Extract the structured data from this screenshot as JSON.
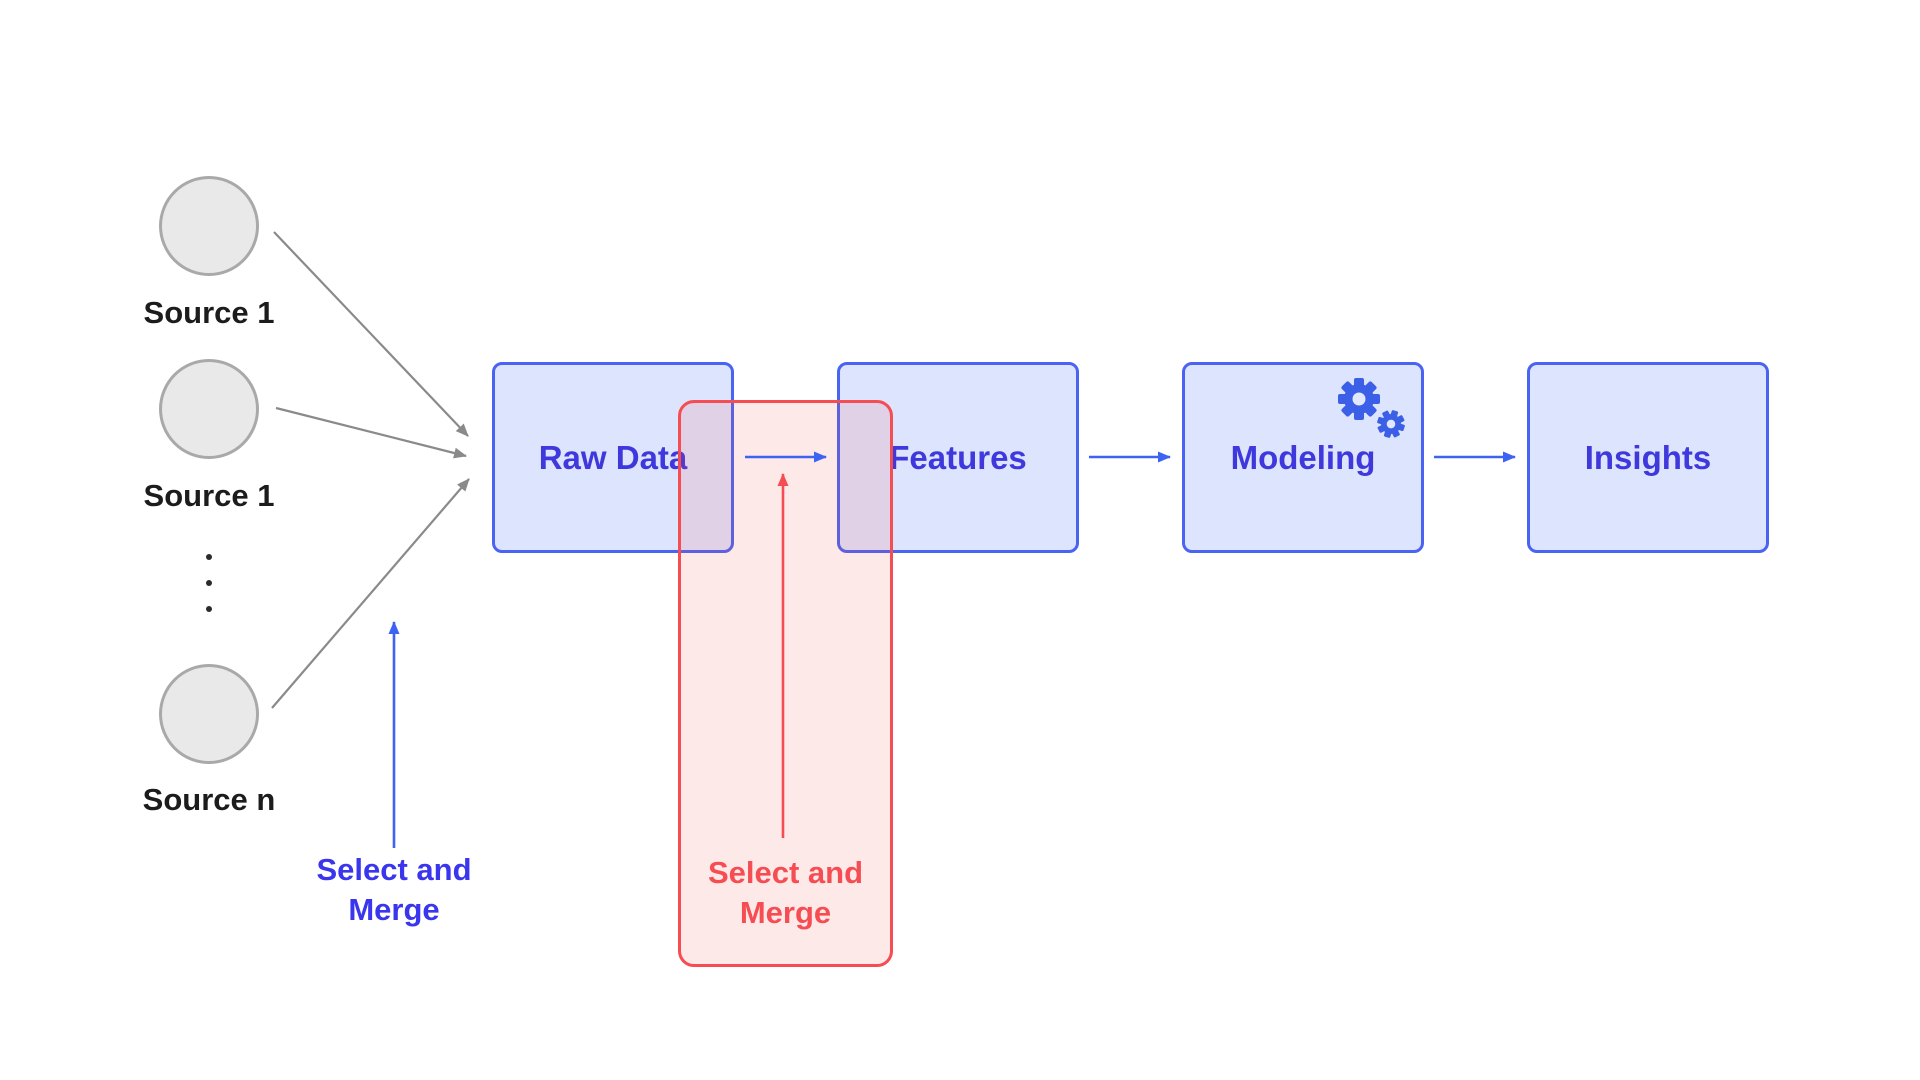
{
  "colors": {
    "box_border": "#4a63f2",
    "box_fill": "rgba(75,110,245,0.19)",
    "box_label": "#3f38dd",
    "arrow_blue": "#3c63f2",
    "caption_blue": "#3a36ee",
    "gear_blue": "#3b5fe6",
    "red": "#f54d52",
    "red_fill": "rgba(245,70,70,0.12)",
    "gray_arrow": "#8a8a8a",
    "circle_fill": "#e9e9e9",
    "circle_border": "#a9a9a9",
    "source_text": "#1c1c1c"
  },
  "sources": [
    {
      "label": "Source 1"
    },
    {
      "label": "Source 1"
    },
    {
      "label": "Source n"
    }
  ],
  "pipeline": [
    {
      "label": "Raw Data"
    },
    {
      "label": "Features"
    },
    {
      "label": "Modeling",
      "icon": "gears-icon"
    },
    {
      "label": "Insights"
    }
  ],
  "annotations": {
    "select_merge_blue": {
      "line1": "Select and",
      "line2": "Merge"
    },
    "select_merge_red": {
      "line1": "Select and",
      "line2": "Merge"
    }
  }
}
